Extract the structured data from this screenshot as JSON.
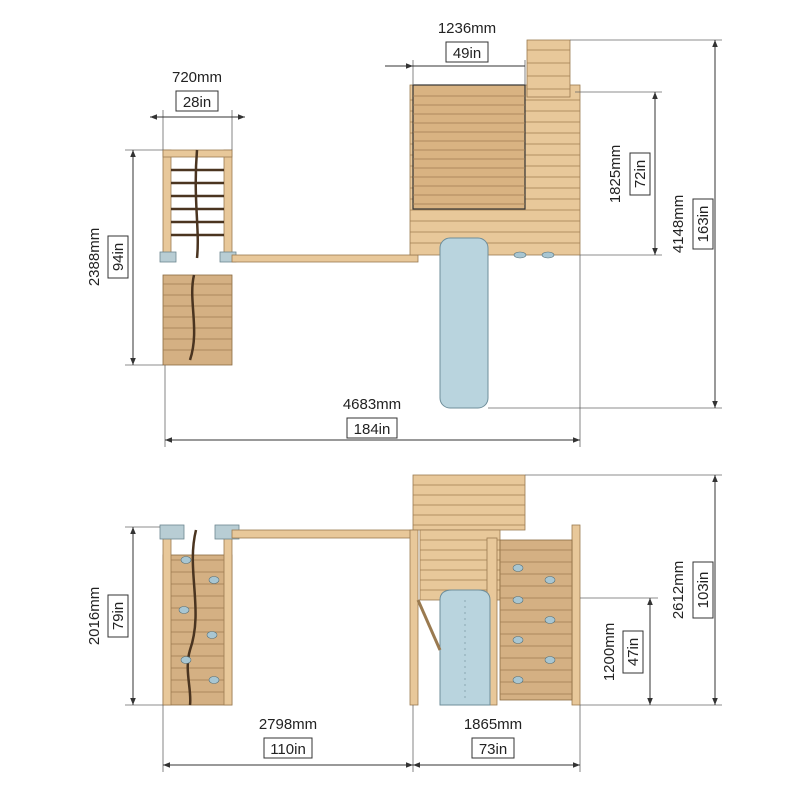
{
  "top_view": {
    "frame_width": {
      "mm": "720mm",
      "in": "28in"
    },
    "frame_depth": {
      "mm": "2388mm",
      "in": "94in"
    },
    "deck_width": {
      "mm": "1236mm",
      "in": "49in"
    },
    "deck_depth": {
      "mm": "1825mm",
      "in": "72in"
    },
    "overall_depth": {
      "mm": "4148mm",
      "in": "163in"
    },
    "overall_width": {
      "mm": "4683mm",
      "in": "184in"
    }
  },
  "front_view": {
    "frame_height": {
      "mm": "2016mm",
      "in": "79in"
    },
    "beam_span": {
      "mm": "2798mm",
      "in": "110in"
    },
    "tower_width": {
      "mm": "1865mm",
      "in": "73in"
    },
    "deck_height": {
      "mm": "1200mm",
      "in": "47in"
    },
    "overall_height": {
      "mm": "2612mm",
      "in": "103in"
    }
  },
  "colors": {
    "wood": "#e8c89a",
    "slide": "#b9d4de",
    "line": "#333333"
  }
}
